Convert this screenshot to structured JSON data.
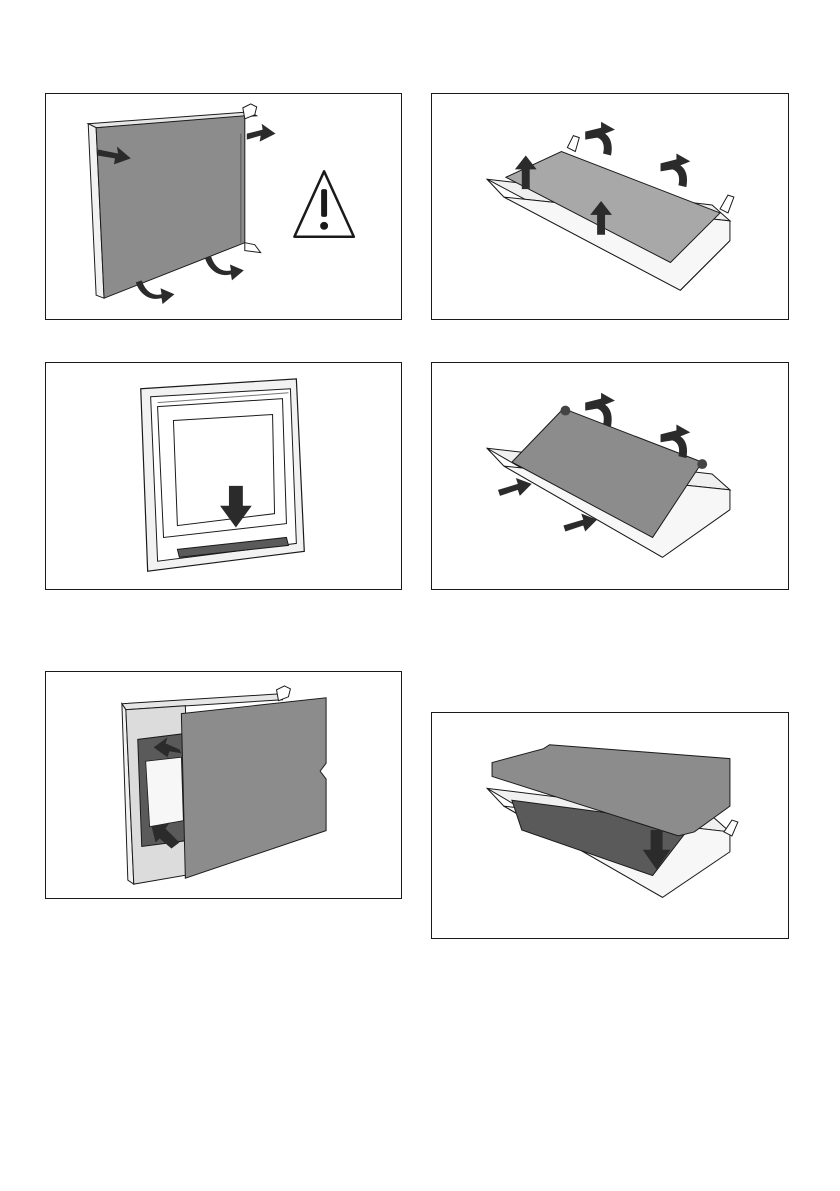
{
  "document": {
    "type": "instruction-illustrations",
    "figures": [
      {
        "id": "fig-1",
        "depicts": "door-panel-removal",
        "icons": [
          "arrow-icon",
          "curved-arrow-icon",
          "warning-triangle-icon"
        ]
      },
      {
        "id": "fig-2",
        "depicts": "inner-panel-lift",
        "icons": [
          "arrow-icon",
          "curved-arrow-icon"
        ]
      },
      {
        "id": "fig-3",
        "depicts": "glass-pane-slide-down",
        "icons": [
          "down-arrow-icon"
        ]
      },
      {
        "id": "fig-4",
        "depicts": "panel-reinsert",
        "icons": [
          "arrow-icon",
          "curved-arrow-icon"
        ]
      },
      {
        "id": "fig-5",
        "depicts": "door-panel-attach",
        "icons": [
          "arrow-icon"
        ]
      },
      {
        "id": "fig-6",
        "depicts": "panel-press-down",
        "icons": [
          "down-arrow-icon"
        ]
      }
    ],
    "colors": {
      "panel_fill": "#8c8c8c",
      "panel_fill_light": "#a8a8a8",
      "arrow": "#2b2b2b",
      "outline": "#1a1a1a"
    }
  }
}
